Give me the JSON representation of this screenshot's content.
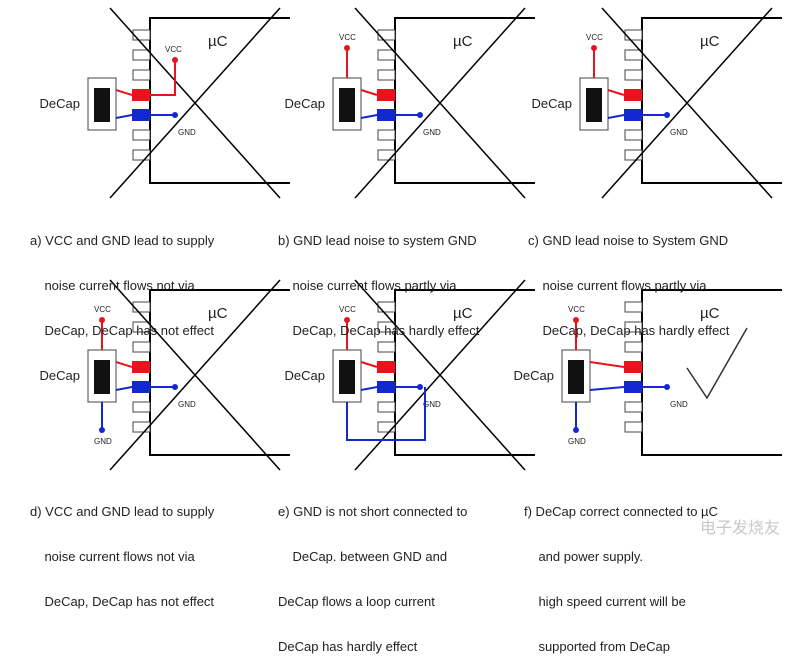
{
  "colors": {
    "vcc": "#e8141c",
    "gnd": "#1428d0",
    "line": "#000000",
    "body": "#ffffff",
    "check": "#333333"
  },
  "labels": {
    "vcc": "VCC",
    "gnd": "GND",
    "mcu": "µC",
    "decap": "DeCap"
  },
  "panels": [
    {
      "id": "a",
      "caption": [
        "a) VCC and GND lead to supply",
        "    noise current flows not via",
        "    DeCap, DeCap has not effect"
      ]
    },
    {
      "id": "b",
      "caption": [
        "b) GND lead noise to system GND",
        "    noise current flows partly via",
        "    DeCap, DeCap has hardly effect"
      ]
    },
    {
      "id": "c",
      "caption": [
        "c) GND lead noise to System GND",
        "    noise current flows partly via",
        "    DeCap, DeCap has hardly effect"
      ]
    },
    {
      "id": "d",
      "caption": [
        "d) VCC and GND lead to supply",
        "    noise current flows not via",
        "    DeCap, DeCap has not effect"
      ]
    },
    {
      "id": "e",
      "caption": [
        "e) GND is not short connected to",
        "    DeCap. between GND and",
        "DeCap flows a loop current",
        "DeCap has hardly effect"
      ]
    },
    {
      "id": "f",
      "caption": [
        "f) DeCap correct connected to µC",
        "    and power supply.",
        "    high speed current will be",
        "    supported from DeCap"
      ]
    }
  ],
  "watermark": "电子发烧友"
}
